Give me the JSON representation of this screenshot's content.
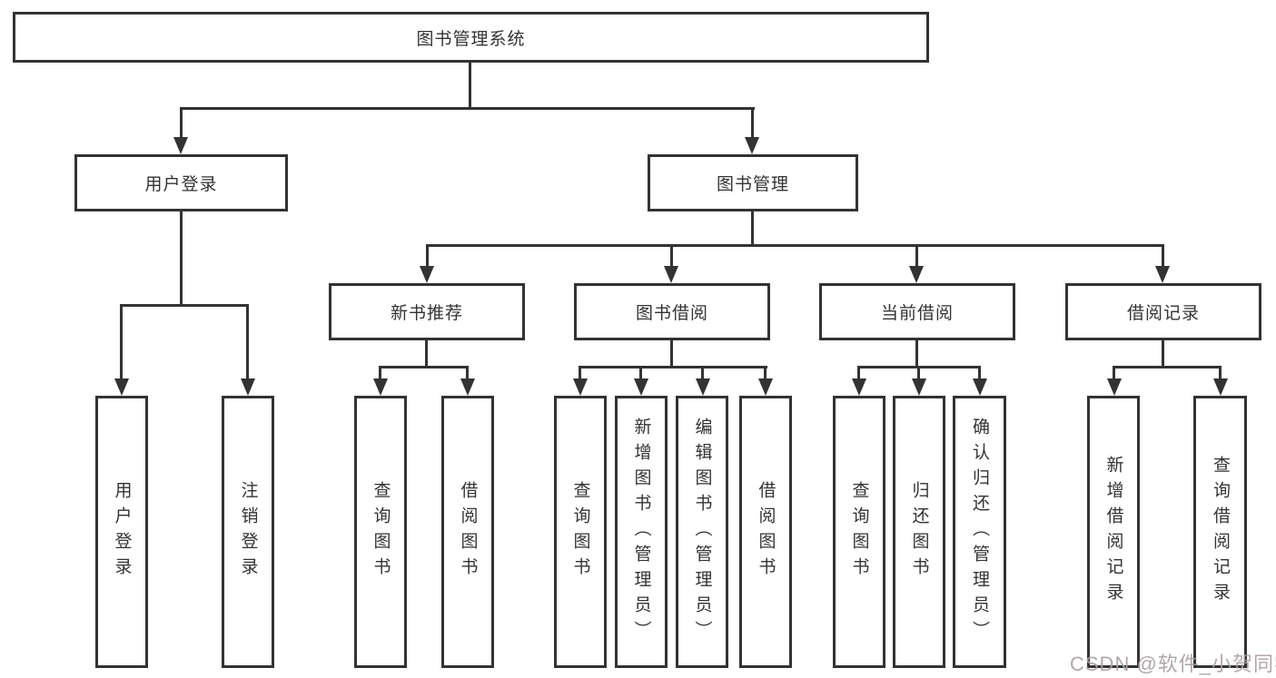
{
  "nodes": {
    "root": "图书管理系统",
    "user_login": "用户登录",
    "book_mgmt": "图书管理",
    "new_book_rec": "新书推荐",
    "book_borrow": "图书借阅",
    "current_borrow": "当前借阅",
    "borrow_records": "借阅记录",
    "leaf_user_login": "用户登录",
    "leaf_logout": "注销登录",
    "leaf_query_book_1": "查询图书",
    "leaf_borrow_book_1": "借阅图书",
    "leaf_query_book_2": "查询图书",
    "leaf_add_book": "新增图书（管理员）",
    "leaf_edit_book": "编辑图书（管理员）",
    "leaf_borrow_book_2": "借阅图书",
    "leaf_query_book_3": "查询图书",
    "leaf_return_book": "归还图书",
    "leaf_confirm_return": "确认归还（管理员）",
    "leaf_add_record": "新增借阅记录",
    "leaf_query_record": "查询借阅记录"
  },
  "colors": {
    "line": "#333333",
    "background": "#ffffff",
    "watermark": "#a8a0a4"
  },
  "watermark": "CSDN @软件_小贺同学"
}
